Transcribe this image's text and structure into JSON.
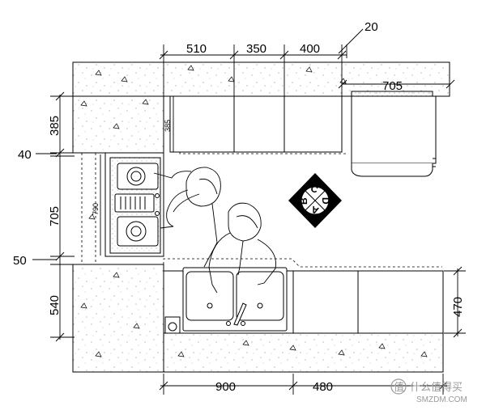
{
  "dimensions": {
    "top": [
      "510",
      "350",
      "400"
    ],
    "top_offset": "20",
    "fridge_width": "705",
    "left": [
      "385",
      "40",
      "705",
      "50",
      "540"
    ],
    "bottom": [
      "900",
      "480"
    ],
    "right": "470",
    "cabinet_depth": "385",
    "stove_depth": "790"
  },
  "compass": [
    "C",
    "D",
    "A",
    "B"
  ],
  "watermark": {
    "text": "什么值得买",
    "url": "SMZDM.COM"
  }
}
